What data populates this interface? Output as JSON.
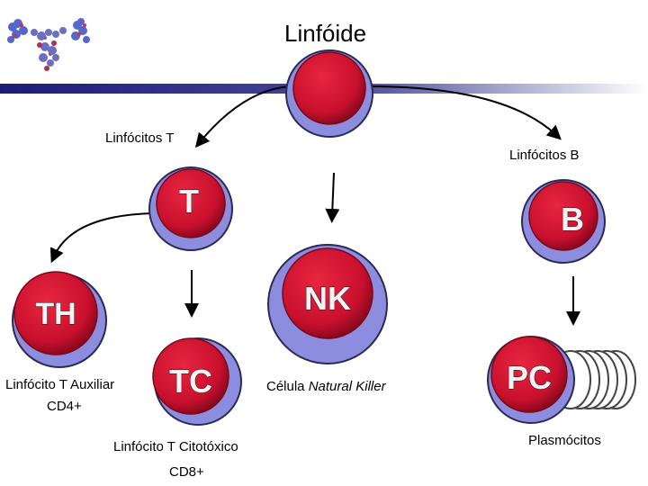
{
  "title": "Linfóide",
  "labels": {
    "linfocitos_t": "Linfócitos T",
    "linfocitos_b": "Linfócitos B",
    "auxiliar": "Linfócito T Auxiliar",
    "cd4": "CD4+",
    "citotoxico": "Linfócito T Citotóxico",
    "cd8": "CD8+",
    "nk_prefix": "Célula",
    "nk_italic": "Natural Killer",
    "plasmocitos": "Plasmócitos"
  },
  "cells": {
    "t": "T",
    "b": "B",
    "th": "TH",
    "nk": "NK",
    "tc": "TC",
    "pc": "PC"
  },
  "colors": {
    "header_bar": "#1b1b7a",
    "cell_outer": "#8d8de0",
    "cell_outer_stroke": "#2a2a55",
    "cell_inner": "#c8102e",
    "cell_inner_dark": "#7a0818",
    "arrow": "#000000"
  }
}
